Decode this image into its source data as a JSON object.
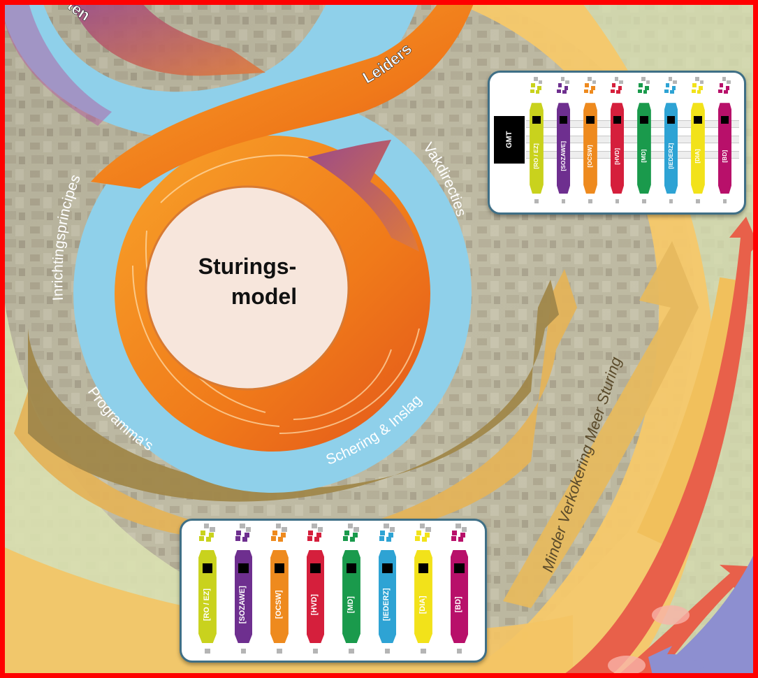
{
  "labels": {
    "top_left_fragment": "ten",
    "leiders": "Leiders",
    "inrichtingsprincipes": "Inrichtingsprincipes",
    "vakdirecties": "Vakdirecties",
    "programmas": "Programma's",
    "schering": "Schering & Inslag",
    "center_line1": "Sturings-",
    "center_line2": "model",
    "minder": "Minder Verkokering Meer Sturing",
    "gmt": "GMT"
  },
  "pillars": [
    {
      "code": "[RO / EZ]",
      "color": "#c9d21d"
    },
    {
      "code": "[SOZAWE]",
      "color": "#6e2f8f"
    },
    {
      "code": "[OCSW]",
      "color": "#ee8a1e"
    },
    {
      "code": "[HVD]",
      "color": "#d51f3c"
    },
    {
      "code": "[MD]",
      "color": "#1a9a4c"
    },
    {
      "code": "[IEDERZ]",
      "color": "#2ea3d4"
    },
    {
      "code": "[DIA]",
      "color": "#f2e21a"
    },
    {
      "code": "[BD]",
      "color": "#b8106a"
    }
  ],
  "colors": {
    "frame": "#ff0000",
    "ring_blue": "#8fd0ea",
    "orange": "#f28a1e",
    "center_fill": "#f7e6dc",
    "card_border": "#3f6f86",
    "arrow_gold": "#e7b75c",
    "arrow_red": "#e8604a",
    "arrow_violet": "#8d8fd0"
  }
}
